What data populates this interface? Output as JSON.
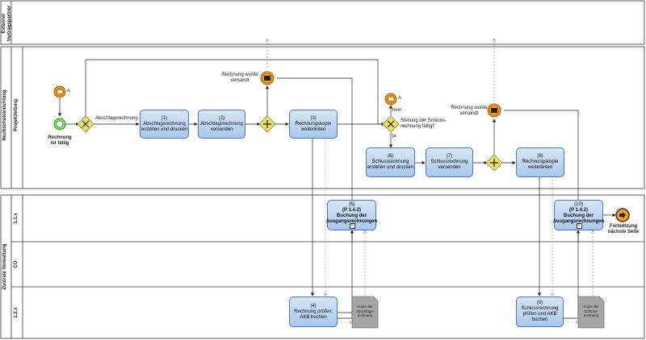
{
  "pools": {
    "external": {
      "label": "Externer\nVertragspartner"
    },
    "university": {
      "label": "Hochschuleinrichtung",
      "lane": "Projektleitung"
    },
    "central": {
      "label": "Zentrale Verwaltung",
      "lanes": [
        "1.1.x",
        "CO",
        "1.2.x"
      ]
    }
  },
  "start_event": {
    "label": "Rechnung\nist fällig"
  },
  "link_a_top": "A",
  "link_a_mid": "A",
  "labels": {
    "abschlag": "Abschlagsrechnung",
    "rechnung_versandt_1": "Rechnung wurde\nversandt",
    "rechnung_versandt_2": "Rechnung wurde\nversandt",
    "nein": "nein",
    "ja": "ja",
    "schluss_question": "Stellung der Schluss-\nrechnung fällig?",
    "fortsetzung": "Fortsetzung\nnächste Seite"
  },
  "tasks": {
    "t1": {
      "num": "(1)",
      "text": "Abschlagsrechnung\nerstellen und drucken"
    },
    "t2": {
      "num": "(2)",
      "text": "Abschlagsrechnung\nversenden"
    },
    "t3": {
      "num": "(3)",
      "text": "Rechnungskopie\nweiterleiten"
    },
    "t4": {
      "num": "(4)",
      "text": "Rechnung prüfen;\nAKB buchen"
    },
    "t5": {
      "num": "(5)",
      "ref": "(P 1.4.2)",
      "text": "Buchung der\nAusgangsrechnungen"
    },
    "t6": {
      "num": "(6)",
      "text": "Schlussrechnung\nerstellen und drucken"
    },
    "t7": {
      "num": "(7)",
      "text": "Schlussrechnung\nversenden"
    },
    "t8": {
      "num": "(8)",
      "text": "Rechnungskopie\nweiterleiten"
    },
    "t9": {
      "num": "(9)",
      "text": "Schlussrechnung\nprüfen und AKB\nbuchen"
    },
    "t10": {
      "num": "(10)",
      "ref": "(P 1.4.2)",
      "text": "Buchung der\nAusgangsrechnungen"
    }
  },
  "documents": {
    "d1": "Kopie der\nAbschlags-\nrechnung",
    "d2": "Kopie der\nSchluss-\nrechnung"
  },
  "subprocess_marker": "+",
  "colors": {
    "task_border": "#4a78b8",
    "gateway": "#e8e06a",
    "event_orange": "#f0a020",
    "start_green": "#7ed957"
  }
}
